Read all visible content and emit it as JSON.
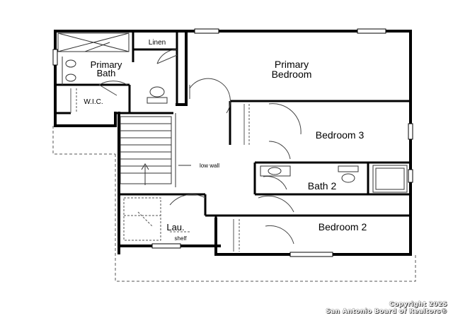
{
  "rooms": {
    "primary_bedroom_line1": "Primary",
    "primary_bedroom_line2": "Bedroom",
    "primary_bath_line1": "Primary",
    "primary_bath_line2": "Bath",
    "linen": "Linen",
    "wic": "W.I.C.",
    "bedroom3": "Bedroom 3",
    "bath2": "Bath 2",
    "bedroom2": "Bedroom 2",
    "laundry": "Lau.",
    "shelf": "shelf",
    "low_wall": "low wall"
  },
  "watermark": {
    "line1": "Copyright 2025",
    "line2": "San Antonio Board of Realtors®"
  }
}
